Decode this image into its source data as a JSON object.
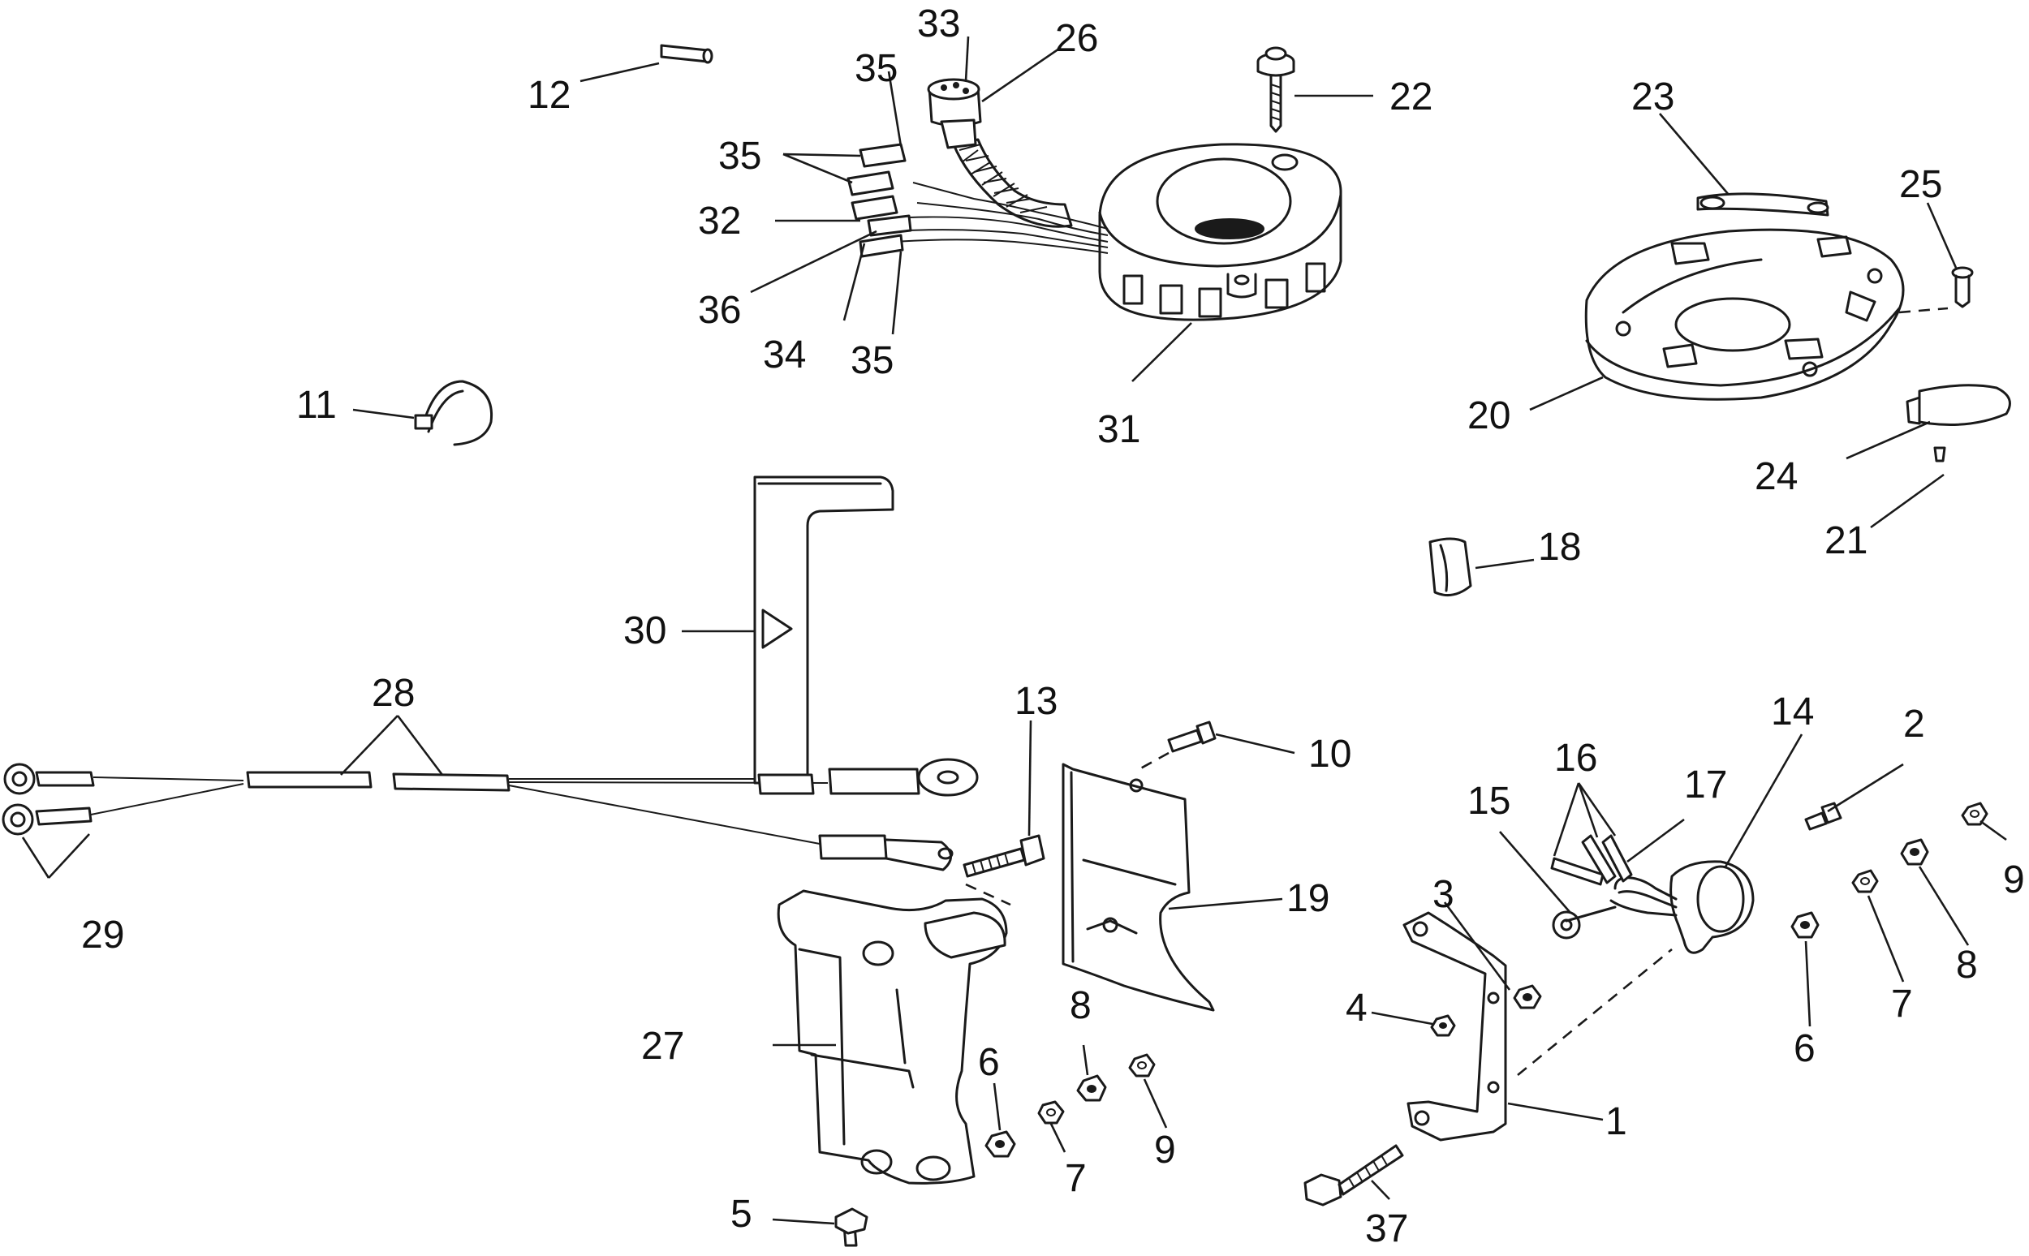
{
  "diagram": {
    "callouts": [
      {
        "id": "1",
        "text": "1"
      },
      {
        "id": "2",
        "text": "2"
      },
      {
        "id": "3",
        "text": "3"
      },
      {
        "id": "4",
        "text": "4"
      },
      {
        "id": "5",
        "text": "5"
      },
      {
        "id": "6a",
        "text": "6"
      },
      {
        "id": "6b",
        "text": "6"
      },
      {
        "id": "7a",
        "text": "7"
      },
      {
        "id": "7b",
        "text": "7"
      },
      {
        "id": "8a",
        "text": "8"
      },
      {
        "id": "8b",
        "text": "8"
      },
      {
        "id": "9a",
        "text": "9"
      },
      {
        "id": "9b",
        "text": "9"
      },
      {
        "id": "10",
        "text": "10"
      },
      {
        "id": "11",
        "text": "11"
      },
      {
        "id": "12",
        "text": "12"
      },
      {
        "id": "13",
        "text": "13"
      },
      {
        "id": "14",
        "text": "14"
      },
      {
        "id": "15",
        "text": "15"
      },
      {
        "id": "16",
        "text": "16"
      },
      {
        "id": "17",
        "text": "17"
      },
      {
        "id": "18",
        "text": "18"
      },
      {
        "id": "19",
        "text": "19"
      },
      {
        "id": "20",
        "text": "20"
      },
      {
        "id": "21",
        "text": "21"
      },
      {
        "id": "22",
        "text": "22"
      },
      {
        "id": "23",
        "text": "23"
      },
      {
        "id": "24",
        "text": "24"
      },
      {
        "id": "25",
        "text": "25"
      },
      {
        "id": "26",
        "text": "26"
      },
      {
        "id": "27",
        "text": "27"
      },
      {
        "id": "28",
        "text": "28"
      },
      {
        "id": "29",
        "text": "29"
      },
      {
        "id": "30",
        "text": "30"
      },
      {
        "id": "31",
        "text": "31"
      },
      {
        "id": "32",
        "text": "32"
      },
      {
        "id": "33",
        "text": "33"
      },
      {
        "id": "34",
        "text": "34"
      },
      {
        "id": "35a",
        "text": "35"
      },
      {
        "id": "35b",
        "text": "35"
      },
      {
        "id": "35c",
        "text": "35"
      },
      {
        "id": "36",
        "text": "36"
      },
      {
        "id": "37",
        "text": "37"
      }
    ]
  }
}
